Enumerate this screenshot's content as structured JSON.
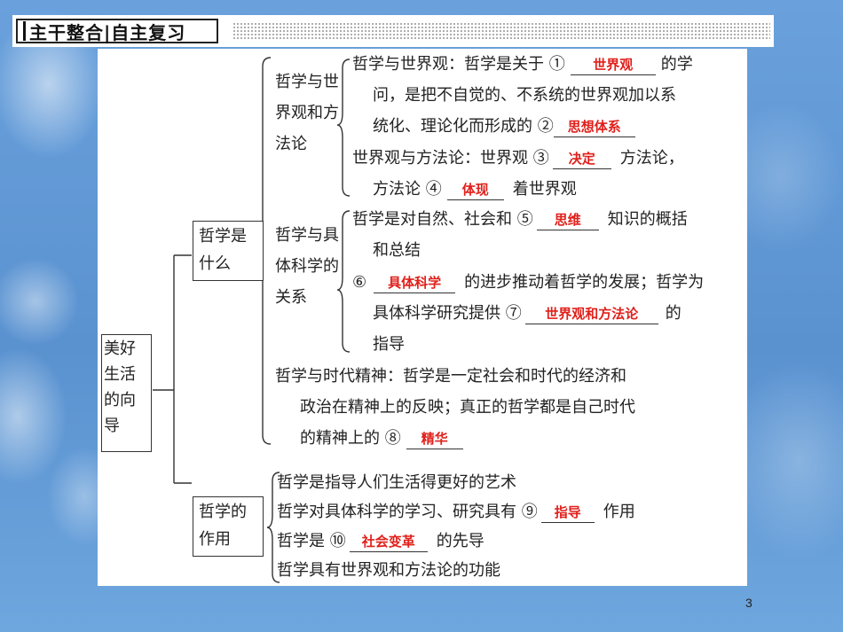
{
  "header": {
    "title": "主干整合|自主复习"
  },
  "root": {
    "label": "美好生活的向导"
  },
  "branch1": {
    "label": "哲学是什么"
  },
  "branch2": {
    "label": "哲学的作用"
  },
  "sub1": {
    "label": "哲学与世界观和方法论"
  },
  "sub2": {
    "label": "哲学与具体科学的关系"
  },
  "lines": {
    "a1": "哲学与世界观：哲学是关于 ①",
    "a1_ans": "世界观",
    "a1_tail": "的学",
    "a2": "问，是把不自觉的、不系统的世界观加以系",
    "a3": "统化、理论化而形成的 ②",
    "a3_ans": "思想体系",
    "a4": "世界观与方法论：世界观 ③",
    "a4_ans": "决定",
    "a4_tail": "方法论，",
    "a5": "方法论 ④",
    "a5_ans": "体现",
    "a5_tail": "着世界观",
    "b1": "哲学是对自然、社会和 ⑤",
    "b1_ans": "思维",
    "b1_tail": "知识的概括",
    "b2": "和总结",
    "b3": "⑥",
    "b3_ans": "具体科学",
    "b3_tail": "的进步推动着哲学的发展；哲学为",
    "b4": "具体科学研究提供 ⑦",
    "b4_ans": "世界观和方法论",
    "b4_tail": "的",
    "b5": "指导",
    "c1": "哲学与时代精神：哲学是一定社会和时代的经济和",
    "c2": "政治在精神上的反映；真正的哲学都是自己时代",
    "c3": "的精神上的 ⑧",
    "c3_ans": "精华",
    "d1": "哲学是指导人们生活得更好的艺术",
    "d2": "哲学对具体科学的学习、研究具有 ⑨",
    "d2_ans": "指导",
    "d2_tail": "作用",
    "d3": "哲学是 ⑩",
    "d3_ans": "社会变革",
    "d3_tail": "的先导",
    "d4": "哲学具有世界观和方法论的功能"
  },
  "page_number": "3"
}
